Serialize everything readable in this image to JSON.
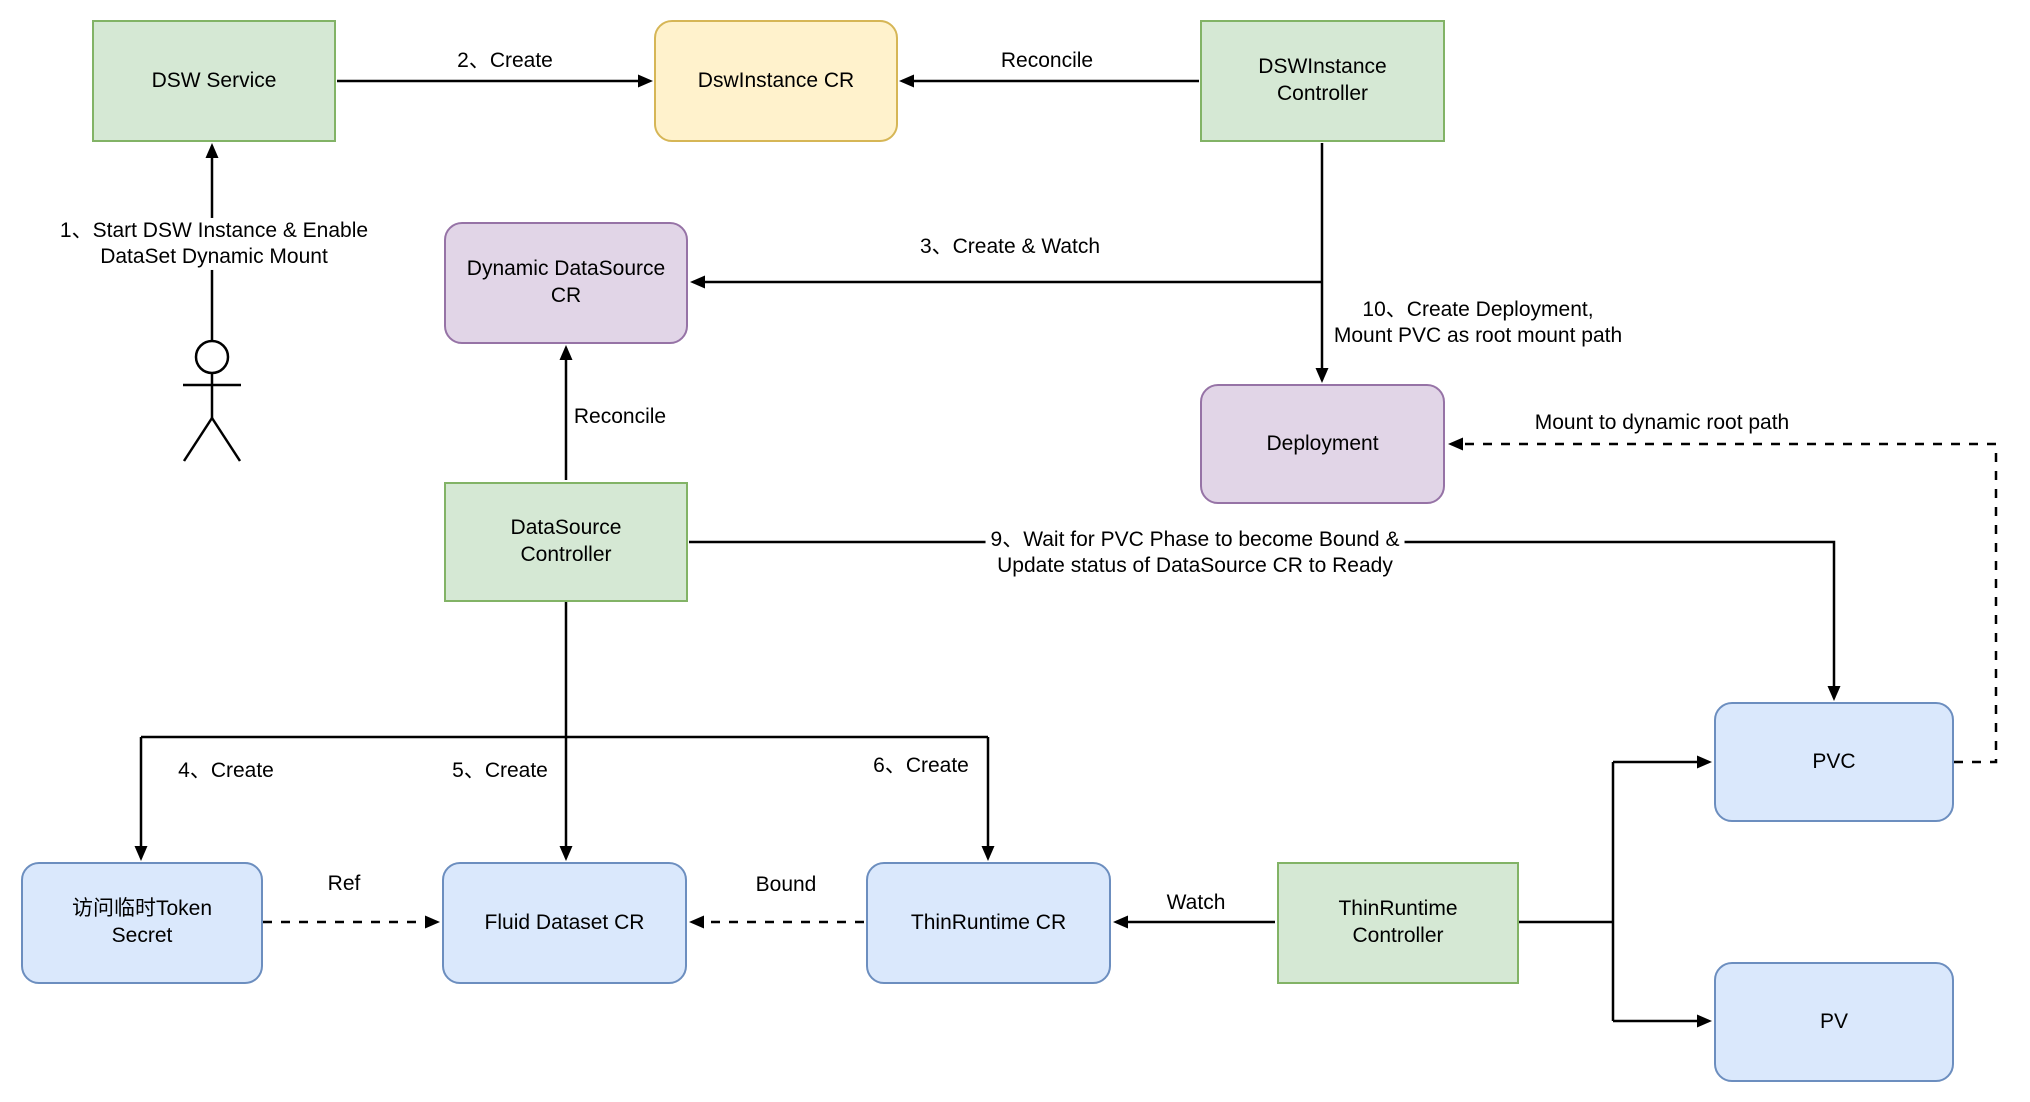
{
  "diagram": {
    "background": "#ffffff",
    "palette": {
      "green_fill": "#d5e8d4",
      "green_stroke": "#82b366",
      "yellow_fill": "#fff2cc",
      "yellow_stroke": "#d6b656",
      "purple_fill": "#e1d5e7",
      "purple_stroke": "#9673a6",
      "blue_fill": "#dae8fc",
      "blue_stroke": "#6c8ebf",
      "line_color": "#000000",
      "text_color": "#000000"
    },
    "nodes": {
      "dsw_service": {
        "label": "DSW Service"
      },
      "dswinstance_cr": {
        "label": "DswInstance CR"
      },
      "dswinstance_controller": {
        "label": "DSWInstance\nController"
      },
      "dynamic_datasource_cr": {
        "label": "Dynamic DataSource\nCR"
      },
      "deployment": {
        "label": "Deployment"
      },
      "datasource_controller": {
        "label": "DataSource\nController"
      },
      "pvc": {
        "label": "PVC"
      },
      "pv": {
        "label": "PV"
      },
      "token_secret": {
        "label": "访问临时Token\nSecret"
      },
      "fluid_dataset_cr": {
        "label": "Fluid Dataset CR"
      },
      "thinruntime_cr": {
        "label": "ThinRuntime CR"
      },
      "thinruntime_controller": {
        "label": "ThinRuntime\nController"
      }
    },
    "edge_labels": {
      "step1": {
        "label": "1、Start DSW Instance & Enable\nDataSet Dynamic Mount"
      },
      "step2": {
        "label": "2、Create"
      },
      "reconcile_top": {
        "label": "Reconcile"
      },
      "step3": {
        "label": "3、Create & Watch"
      },
      "step10": {
        "label": "10、Create Deployment,\nMount PVC as root mount path"
      },
      "reconcile_mid": {
        "label": "Reconcile"
      },
      "step9": {
        "label": "9、Wait for PVC Phase to become Bound &\nUpdate status of DataSource CR to Ready"
      },
      "mount_root": {
        "label": "Mount to dynamic root path"
      },
      "step4": {
        "label": "4、Create"
      },
      "step5": {
        "label": "5、Create"
      },
      "step6": {
        "label": "6、Create"
      },
      "ref": {
        "label": "Ref"
      },
      "bound": {
        "label": "Bound"
      },
      "watch": {
        "label": "Watch"
      }
    }
  }
}
